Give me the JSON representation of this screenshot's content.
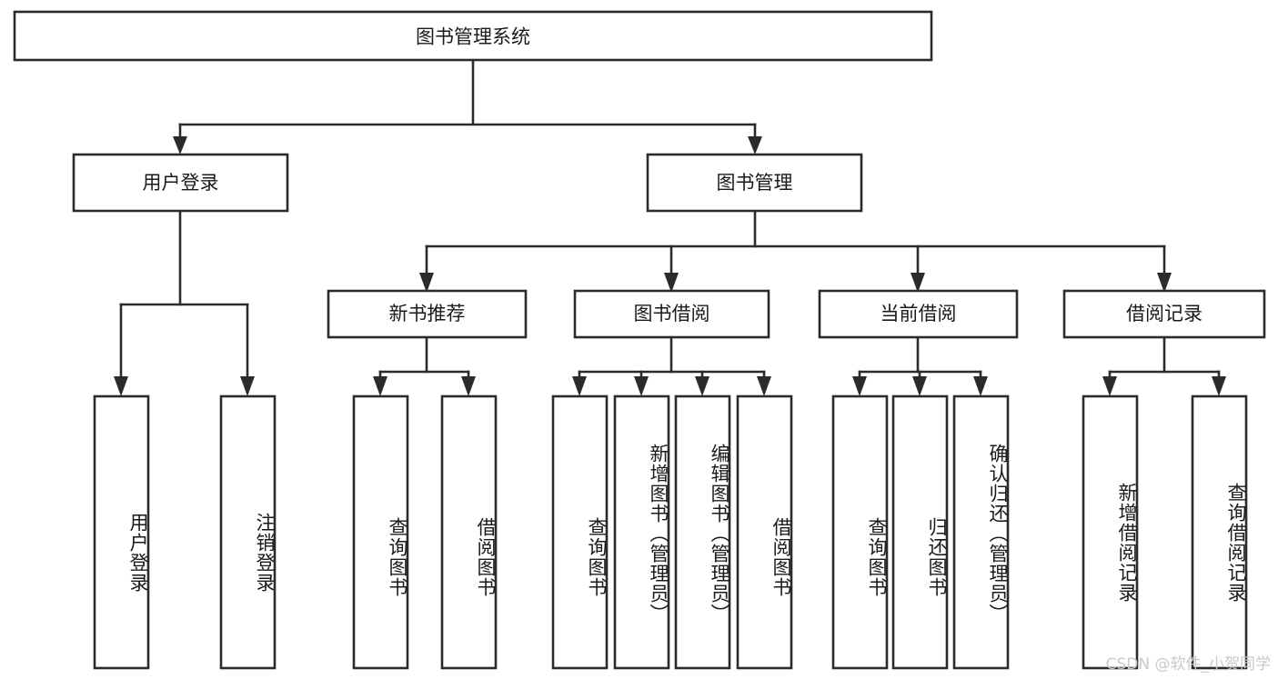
{
  "diagram": {
    "type": "tree-hierarchy-flowchart",
    "title": "图书管理系统",
    "watermark": "CSDN @软件_小贺同学",
    "colors": {
      "stroke": "#2b2b2b",
      "fill": "#ffffff",
      "text": "#1a1a1a",
      "watermark": "#c9c9c9",
      "background": "#ffffff"
    },
    "levels": {
      "root": {
        "label": "图书管理系统",
        "orientation": "horizontal"
      },
      "level2": [
        {
          "label": "用户登录",
          "orientation": "horizontal"
        },
        {
          "label": "图书管理",
          "orientation": "horizontal"
        }
      ],
      "level3": [
        {
          "label": "新书推荐",
          "orientation": "horizontal",
          "parent": "图书管理"
        },
        {
          "label": "图书借阅",
          "orientation": "horizontal",
          "parent": "图书管理"
        },
        {
          "label": "当前借阅",
          "orientation": "horizontal",
          "parent": "图书管理"
        },
        {
          "label": "借阅记录",
          "orientation": "horizontal",
          "parent": "图书管理"
        }
      ],
      "leaves": [
        {
          "label": "用户登录",
          "orientation": "vertical",
          "parent": "用户登录"
        },
        {
          "label": "注销登录",
          "orientation": "vertical",
          "parent": "用户登录"
        },
        {
          "label": "查询图书",
          "orientation": "vertical",
          "parent": "新书推荐"
        },
        {
          "label": "借阅图书",
          "orientation": "vertical",
          "parent": "新书推荐"
        },
        {
          "label": "查询图书",
          "orientation": "vertical",
          "parent": "图书借阅"
        },
        {
          "label": "新增图书（管理员）",
          "orientation": "vertical",
          "parent": "图书借阅"
        },
        {
          "label": "编辑图书（管理员）",
          "orientation": "vertical",
          "parent": "图书借阅"
        },
        {
          "label": "借阅图书",
          "orientation": "vertical",
          "parent": "图书借阅"
        },
        {
          "label": "查询图书",
          "orientation": "vertical",
          "parent": "当前借阅"
        },
        {
          "label": "归还图书",
          "orientation": "vertical",
          "parent": "当前借阅"
        },
        {
          "label": "确认归还（管理员）",
          "orientation": "vertical",
          "parent": "当前借阅"
        },
        {
          "label": "新增借阅记录",
          "orientation": "vertical",
          "parent": "借阅记录"
        },
        {
          "label": "查询借阅记录",
          "orientation": "vertical",
          "parent": "借阅记录"
        }
      ]
    }
  }
}
